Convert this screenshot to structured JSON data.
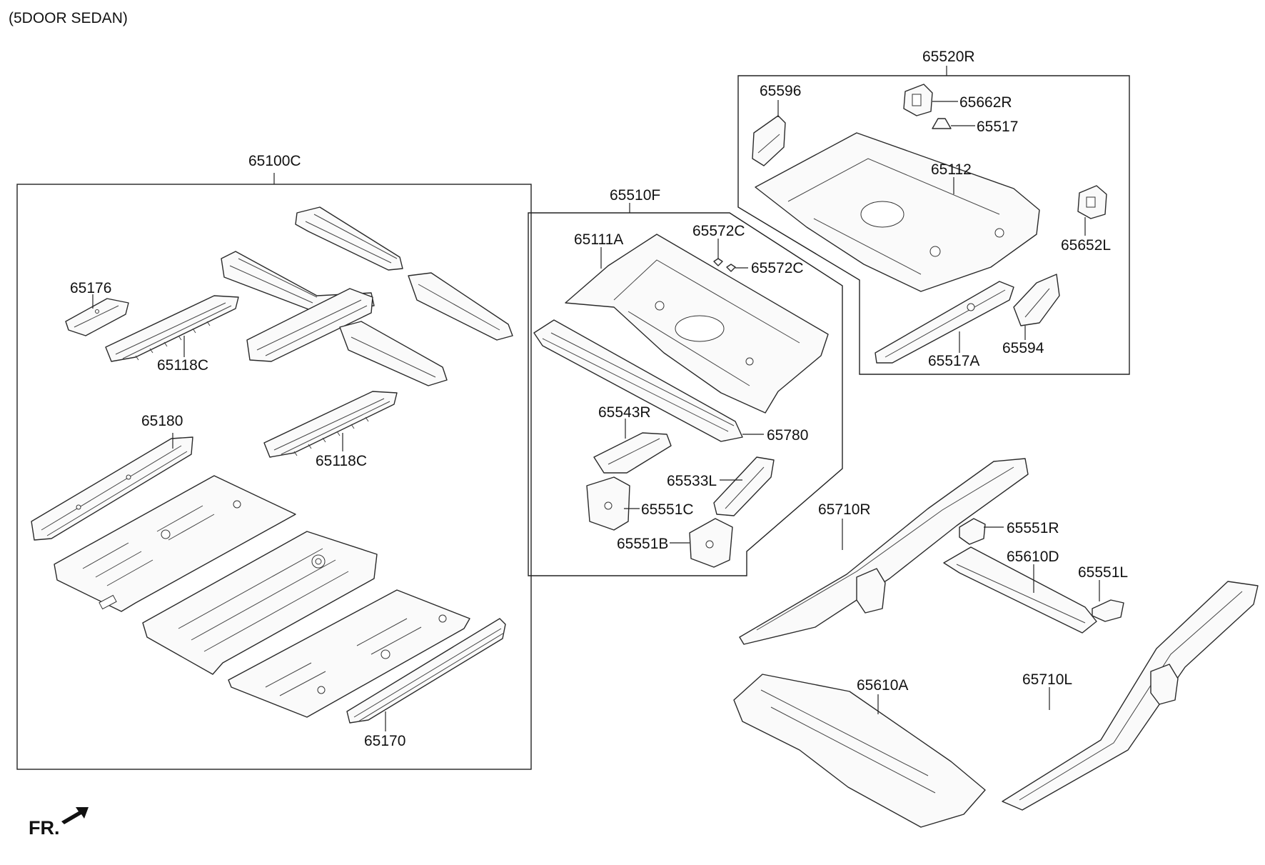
{
  "header": {
    "model_note": "(5DOOR SEDAN)"
  },
  "groups": {
    "g65100C": "65100C",
    "g65510F": "65510F",
    "g65520R": "65520R"
  },
  "labels": {
    "p65176": "65176",
    "p65118C_a": "65118C",
    "p65118C_b": "65118C",
    "p65180": "65180",
    "p65170": "65170",
    "p65111A": "65111A",
    "p65572C_a": "65572C",
    "p65572C_b": "65572C",
    "p65780": "65780",
    "p65543R": "65543R",
    "p65533L": "65533L",
    "p65551C": "65551C",
    "p65551B": "65551B",
    "p65596": "65596",
    "p65662R": "65662R",
    "p65517": "65517",
    "p65112": "65112",
    "p65652L": "65652L",
    "p65517A": "65517A",
    "p65594": "65594",
    "p65710R": "65710R",
    "p65551R": "65551R",
    "p65610D": "65610D",
    "p65551L": "65551L",
    "p65610A": "65610A",
    "p65710L": "65710L"
  },
  "direction": {
    "front_label": "FR.",
    "icon": "front-arrow-icon"
  }
}
